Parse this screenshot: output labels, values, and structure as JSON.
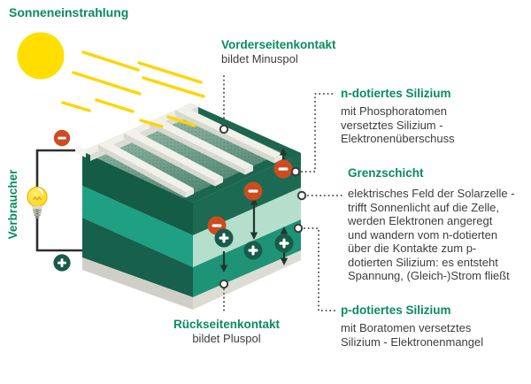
{
  "title": "Sonneneinstrahlung",
  "consumer": {
    "label": "Verbraucher"
  },
  "labels": {
    "front_contact": {
      "heading": "Vorderseitenkontakt",
      "subtitle": "bildet Minuspol"
    },
    "n_silicon": {
      "heading": "n-dotiertes Silizium",
      "body": "mit Phosphoratomen\nversetztes Silizium -\nElektronenüberschuss"
    },
    "boundary_layer": {
      "heading": "Grenzschicht",
      "body": "elektrisches Feld der Solarzelle -\ntrifft Sonnenlicht auf die Zelle,\nwerden Elektronen angeregt\nund wandern vom n-dotierten\nüber die Kontakte zum p-\ndotierten Silizium: es entsteht\nSpannung, (Gleich-)Strom fließt"
    },
    "p_silicon": {
      "heading": "p-dotiertes Silizium",
      "body": "mit Boratomen versetztes\nSilizium - Elektronenmangel"
    },
    "back_contact": {
      "heading": "Rückseitenkontakt",
      "subtitle": "bildet Pluspol"
    }
  },
  "icons": {
    "sun": "sun-icon",
    "bulb": "light-bulb-icon",
    "electron": "minus-charge-icon",
    "hole": "plus-charge-icon"
  },
  "colors": {
    "heading_green": "#0b8a62",
    "body_gray": "#3d3d3b",
    "sun_yellow": "#ffde00",
    "ray_yellow": "#ffd500",
    "electron_red": "#ce4b20",
    "hole_green": "#185b49",
    "left_face_n": "#155c47",
    "left_face_boundary": "#1fa083",
    "left_face_p": "#17604b",
    "right_face_n": "#1d6a52",
    "right_face_boundary": "#b5decd",
    "right_face_p": "#1f9376",
    "back_contact_gray": "#d6d6ce",
    "front_contact_white": "#f1f1ea",
    "wire_black": "#2e2e2c"
  }
}
